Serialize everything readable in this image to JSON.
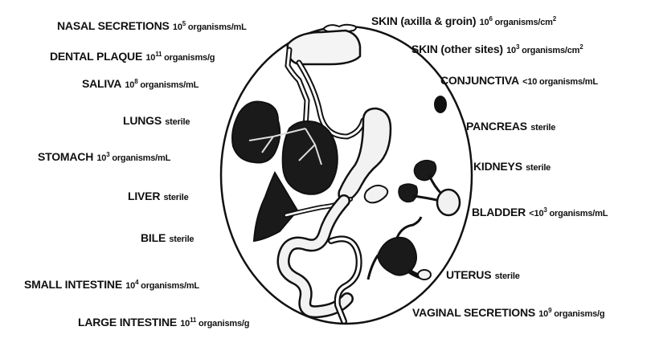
{
  "labels": [
    {
      "id": "nasal",
      "name": "NASAL SECRETIONS",
      "base": "10",
      "exp": "5",
      "unit": "organisms/mL"
    },
    {
      "id": "dental",
      "name": "DENTAL PLAQUE",
      "base": "10",
      "exp": "11",
      "unit": "organisms/g"
    },
    {
      "id": "saliva",
      "name": "SALIVA",
      "base": "10",
      "exp": "8",
      "unit": "organisms/mL"
    },
    {
      "id": "lungs",
      "name": "LUNGS",
      "text": "sterile"
    },
    {
      "id": "stomach",
      "name": "STOMACH",
      "base": "10",
      "exp": "3",
      "unit": "organisms/mL"
    },
    {
      "id": "liver",
      "name": "LIVER",
      "text": "sterile"
    },
    {
      "id": "bile",
      "name": "BILE",
      "text": "sterile"
    },
    {
      "id": "small-intestine",
      "name": "SMALL INTESTINE",
      "base": "10",
      "exp": "4",
      "unit": "organisms/mL"
    },
    {
      "id": "large-intestine",
      "name": "LARGE INTESTINE",
      "base": "10",
      "exp": "11",
      "unit": "organisms/g"
    },
    {
      "id": "skin-axilla",
      "name": "SKIN (axilla & groin)",
      "base": "10",
      "exp": "6",
      "unit": "organisms/cm",
      "unit_exp": "2"
    },
    {
      "id": "skin-other",
      "name": "SKIN (other sites)",
      "base": "10",
      "exp": "3",
      "unit": "organisms/cm",
      "unit_exp": "2"
    },
    {
      "id": "conjunctiva",
      "name": "CONJUNCTIVA",
      "text": "<10 organisms/mL"
    },
    {
      "id": "pancreas",
      "name": "PANCREAS",
      "text": "sterile"
    },
    {
      "id": "kidneys",
      "name": "KIDNEYS",
      "text": "sterile"
    },
    {
      "id": "bladder",
      "name": "BLADDER",
      "text": "<10",
      "text_exp": "3",
      "unit": "organisms/mL"
    },
    {
      "id": "uterus",
      "name": "UTERUS",
      "text": "sterile"
    },
    {
      "id": "vaginal",
      "name": "VAGINAL SECRETIONS",
      "base": "10",
      "exp": "9",
      "unit": "organisms/g"
    }
  ]
}
